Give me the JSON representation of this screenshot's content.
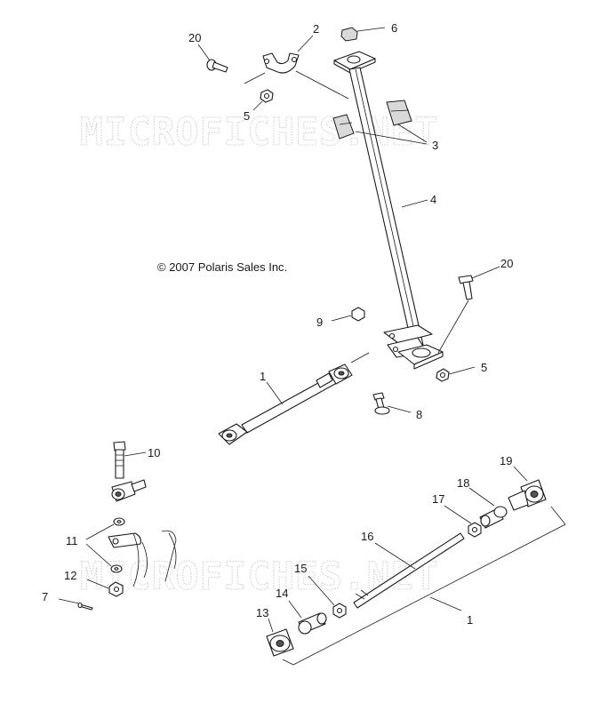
{
  "copyright": "© 2007 Polaris Sales Inc.",
  "watermark": "MICROFICHES.NET",
  "callouts": {
    "c20a": "20",
    "c2": "2",
    "c6": "6",
    "c5a": "5",
    "c3": "3",
    "c4": "4",
    "c20b": "20",
    "c9": "9",
    "c5b": "5",
    "c1a": "1",
    "c8": "8",
    "c10": "10",
    "c19": "19",
    "c18": "18",
    "c17": "17",
    "c16": "16",
    "c11": "11",
    "c15": "15",
    "c12": "12",
    "c7": "7",
    "c14": "14",
    "c13": "13",
    "c1b": "1"
  }
}
